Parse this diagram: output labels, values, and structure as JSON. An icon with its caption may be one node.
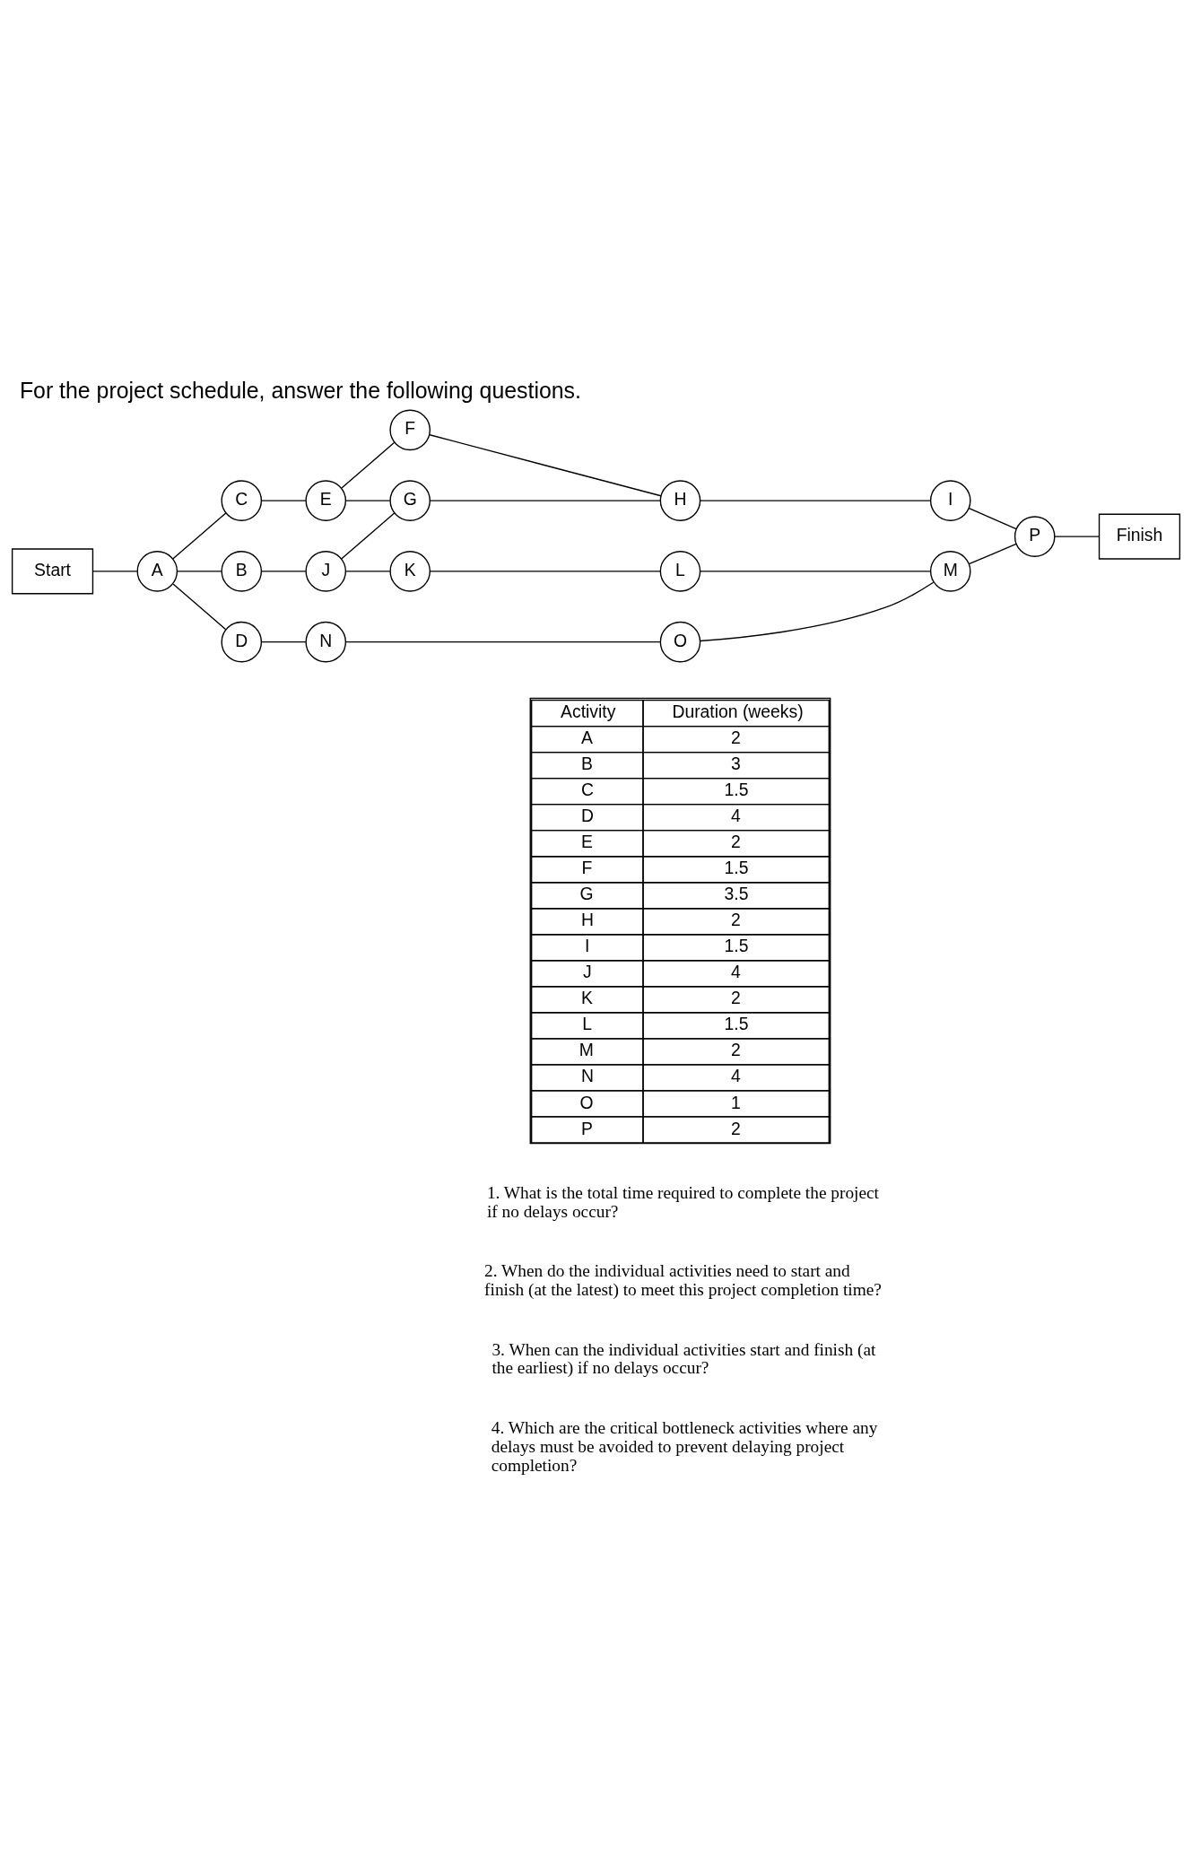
{
  "diagram": {
    "title": "For the project schedule, answer the following questions.",
    "nodes": [
      {
        "text": [
          "Start"
        ]
      },
      {
        "text": [
          "A"
        ]
      },
      {
        "text": [
          "B"
        ]
      },
      {
        "text": [
          "C"
        ]
      },
      {
        "text": [
          "D"
        ]
      },
      {
        "text": [
          "E"
        ]
      },
      {
        "text": [
          "F"
        ]
      },
      {
        "text": [
          "G"
        ]
      },
      {
        "text": [
          "H"
        ]
      },
      {
        "text": [
          "I"
        ]
      },
      {
        "text": [
          "J"
        ]
      },
      {
        "text": [
          "K"
        ]
      },
      {
        "text": [
          "L"
        ]
      },
      {
        "text": [
          "M"
        ]
      },
      {
        "text": [
          "N"
        ]
      },
      {
        "text": [
          "O"
        ]
      },
      {
        "text": [
          "P"
        ]
      },
      {
        "text": [
          "Finish"
        ]
      }
    ],
    "edges": [
      {
        "from": 0,
        "to": 1,
        "arrow": "none"
      },
      {
        "from": 1,
        "to": 3,
        "arrow": "none"
      },
      {
        "from": 1,
        "to": 2,
        "arrow": "none"
      },
      {
        "from": 1,
        "to": 4,
        "arrow": "none"
      },
      {
        "from": 3,
        "to": 5,
        "arrow": "none"
      },
      {
        "from": 5,
        "to": 6,
        "arrow": "none"
      },
      {
        "from": 5,
        "to": 7,
        "arrow": "none"
      },
      {
        "from": 6,
        "to": 8,
        "arrow": "none"
      },
      {
        "from": 7,
        "to": 8,
        "arrow": "none"
      },
      {
        "from": 8,
        "to": 9,
        "arrow": "none"
      },
      {
        "from": 9,
        "to": 16,
        "arrow": "none"
      },
      {
        "from": 2,
        "to": 10,
        "arrow": "none"
      },
      {
        "from": 10,
        "to": 7,
        "arrow": "none"
      },
      {
        "from": 10,
        "to": 11,
        "arrow": "none"
      },
      {
        "from": 11,
        "to": 12,
        "arrow": "none"
      },
      {
        "from": 12,
        "to": 13,
        "arrow": "none"
      },
      {
        "from": 13,
        "to": 16,
        "arrow": "none"
      },
      {
        "from": 16,
        "to": 17,
        "arrow": "none"
      },
      {
        "from": 4,
        "to": 14,
        "arrow": "none"
      },
      {
        "from": 14,
        "to": 15,
        "arrow": "none"
      },
      {
        "from": 15,
        "to": 13,
        "arrow": "none"
      }
    ],
    "labels": [
      "Activity",
      "Duration (weeks)",
      "A",
      "2",
      "B",
      "3",
      "C",
      "1.5",
      "D",
      "4",
      "E",
      "2",
      "F",
      "1.5",
      "G",
      "3.5",
      "H",
      "2",
      "I",
      "1.5",
      "J",
      "4",
      "K",
      "2",
      "L",
      "1.5",
      "M",
      "2",
      "N",
      "4",
      "O",
      "1",
      "P",
      "2",
      "1. What is the total time required to complete the project if no delays occur?",
      "2. When do the individual activities need to start and finish (at the latest) to meet this project completion time?",
      "3. When can the individual activities start and finish (at the earliest) if no delays occur?",
      "4. Which are the critical bottleneck activities where any delays must be avoided to prevent delaying project completion?"
    ]
  }
}
